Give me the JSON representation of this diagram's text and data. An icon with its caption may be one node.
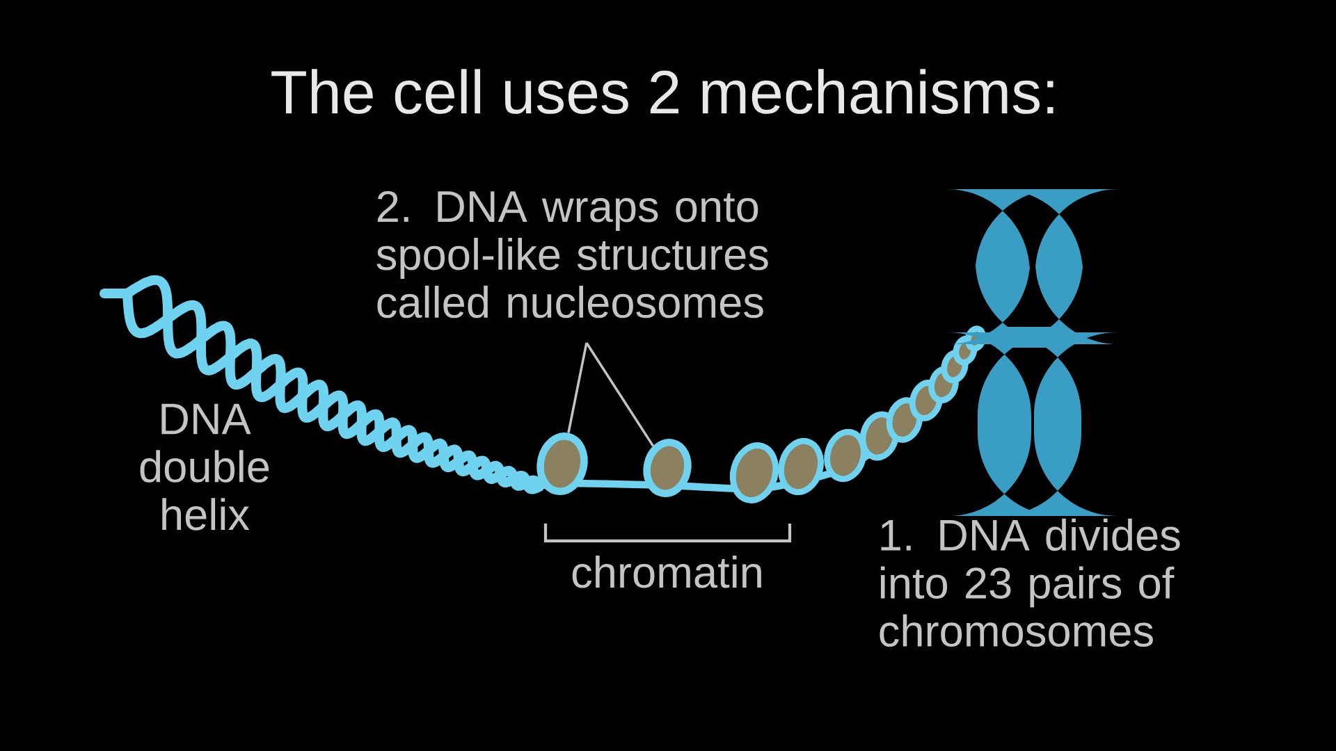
{
  "diagram": {
    "title": "The cell uses 2 mechanisms:",
    "nodes": [
      {
        "text": [
          "2. DNA wraps onto spool-like structures called nucleosomes"
        ]
      },
      {
        "text": [],
        "shape": "circle"
      },
      {
        "text": [],
        "shape": "circle"
      }
    ],
    "edges": [
      {
        "from": 0,
        "to": 1,
        "arrow": "none"
      },
      {
        "from": 0,
        "to": 2,
        "arrow": "none"
      }
    ],
    "labels": [
      "DNA double helix",
      "chromatin",
      "1. DNA divides into 23 pairs of chromosomes"
    ]
  }
}
